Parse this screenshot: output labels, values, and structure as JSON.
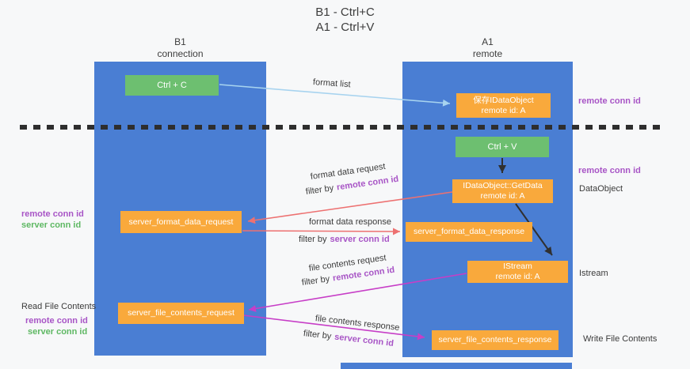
{
  "title": {
    "line1": "B1 - Ctrl+C",
    "line2": "A1 - Ctrl+V"
  },
  "lanes": {
    "left": {
      "name": "B1",
      "role": "connection"
    },
    "right": {
      "name": "A1",
      "role": "remote"
    }
  },
  "nodes": {
    "ctrl_c": {
      "label": "Ctrl + C"
    },
    "save_idataobject": {
      "line1": "保存IDataObject",
      "line2": "remote id: A"
    },
    "ctrl_v": {
      "label": "Ctrl + V"
    },
    "getdata": {
      "line1": "IDataObject::GetData",
      "line2": "remote id: A"
    },
    "format_request": {
      "label": "server_format_data_request"
    },
    "format_response": {
      "label": "server_format_data_response"
    },
    "istream": {
      "line1": "IStream",
      "line2": "remote id: A"
    },
    "file_request": {
      "label": "server_file_contents_request"
    },
    "file_response": {
      "label": "server_file_contents_response"
    }
  },
  "edge_labels": {
    "format_list": "format list",
    "format_data_request": "format data request",
    "format_data_response": "format data response",
    "file_contents_request": "file contents request",
    "file_contents_response": "file contents response",
    "filter_by": "filter by",
    "remote_conn_id": "remote conn id",
    "server_conn_id": "server conn id"
  },
  "side_labels": {
    "remote_conn_id_top_right": "remote conn id",
    "remote_conn_id_mid_right": "remote conn id",
    "dataobject": "DataObject",
    "istream": "Istream",
    "read_file_contents": "Read File Contents",
    "write_file_contents": "Write File Contents",
    "remote_conn_id_left_mid": "remote conn id",
    "server_conn_id_left_mid": "server conn id",
    "remote_conn_id_left_bottom": "remote conn id",
    "server_conn_id_left_bottom": "server conn id"
  },
  "colors": {
    "background": "#f7f8f9",
    "lane_fill": "#4a7ed3",
    "green_box": "#6dbf70",
    "orange_box": "#f9a93c",
    "box_text": "#ffffff",
    "arrow_blue": "#a7d3ef",
    "arrow_red": "#ed7171",
    "arrow_magenta": "#c73ec7",
    "arrow_black": "#303030",
    "dash": "#2e2e2e",
    "text_dark": "#3b3b3b",
    "purple": "#a855c6",
    "green_label": "#5eb863"
  }
}
